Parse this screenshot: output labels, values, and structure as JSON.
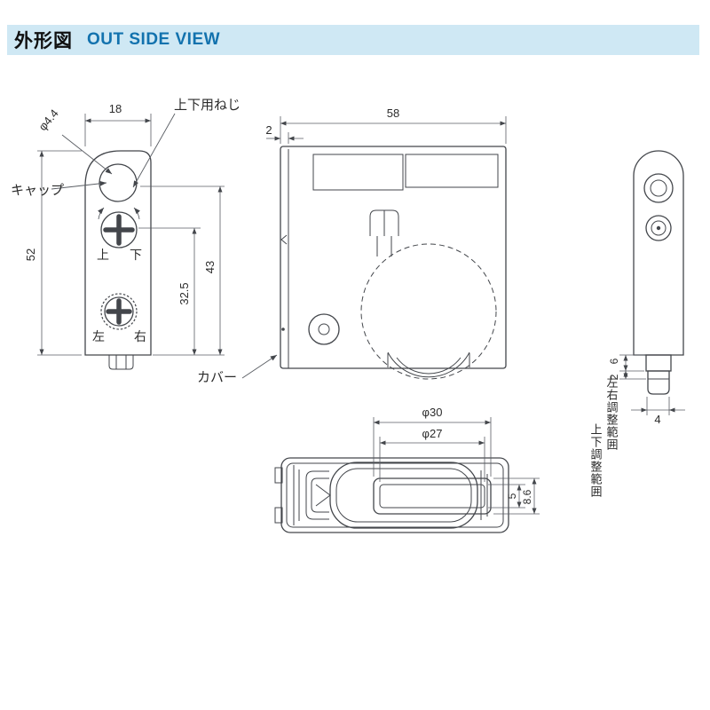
{
  "header": {
    "title_jp": "外形図",
    "title_en": "OUT SIDE VIEW"
  },
  "colors": {
    "header_bg": "#cfe8f4",
    "header_accent": "#1272ae",
    "line": "#43464b"
  },
  "front_view": {
    "dim_width": "18",
    "dim_hole_dia": "φ4.4",
    "label_screw": "上下用ねじ",
    "label_cap": "キャップ",
    "dim_height": "52",
    "dim_cap_center": "43",
    "dim_screw_center": "32.5",
    "label_up": "上",
    "label_down": "下",
    "label_left": "左",
    "label_right": "右"
  },
  "side_view": {
    "dim_width": "58",
    "dim_cover_thickness": "2",
    "label_cover": "カバー"
  },
  "right_view": {
    "dim_top": "6",
    "dim_mid": "2",
    "dim_shaft": "4",
    "label_lr_range": "左右調整範囲",
    "label_ud_range": "上下調整範囲"
  },
  "bottom_view": {
    "dim_outer_dia": "φ30",
    "dim_inner_dia": "φ27",
    "dim_tread": "5",
    "dim_wheel_width": "8.6"
  }
}
